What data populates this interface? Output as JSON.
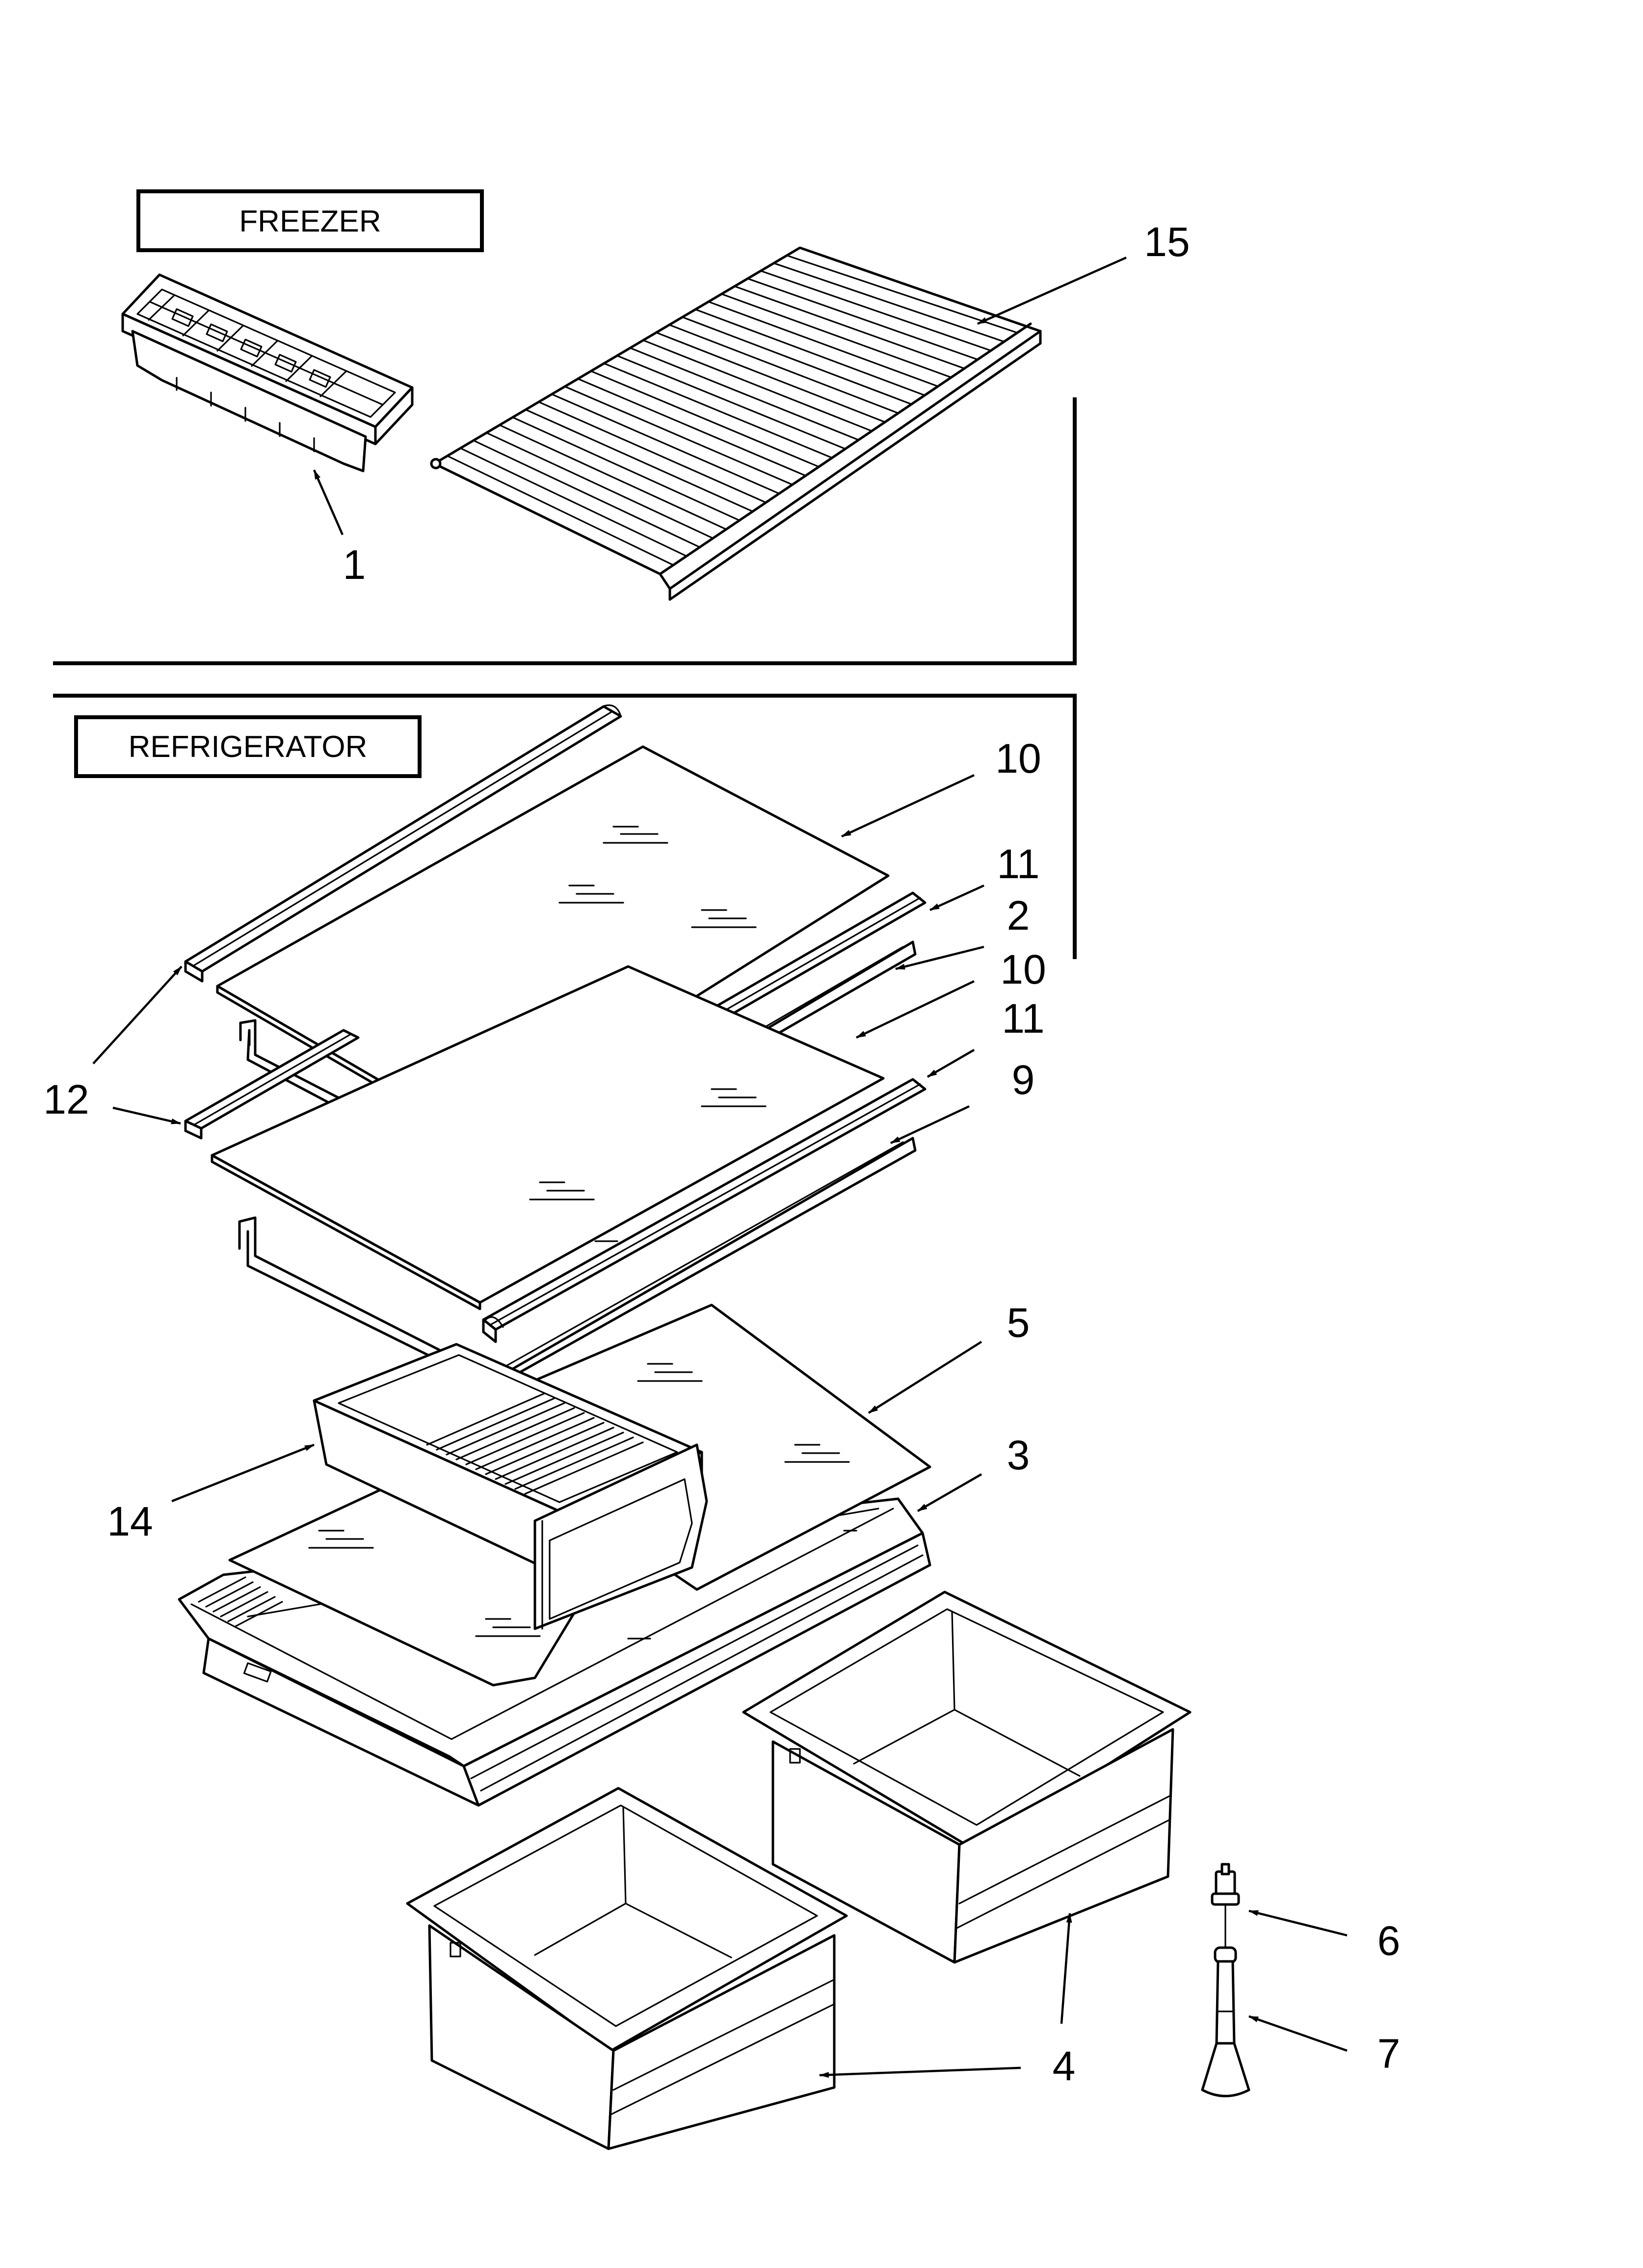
{
  "sections": {
    "freezer_label": "FREEZER",
    "refrigerator_label": "REFRIGERATOR"
  },
  "callouts": {
    "ice_tray": "1",
    "freezer_shelf": "15",
    "glass_shelf_upper": "10",
    "shelf_trim_upper": "11",
    "shelf_frame_upper": "2",
    "glass_shelf_lower": "10",
    "shelf_trim_lower": "11",
    "shelf_frame_lower": "9",
    "trim_rails": "12",
    "crisper_glass": "5",
    "crisper_cover_frame": "3",
    "meat_pan": "14",
    "crisper_drawer_right": "4",
    "crisper_drawer_left": "4",
    "bulb_socket": "6",
    "rod_stem": "7"
  }
}
